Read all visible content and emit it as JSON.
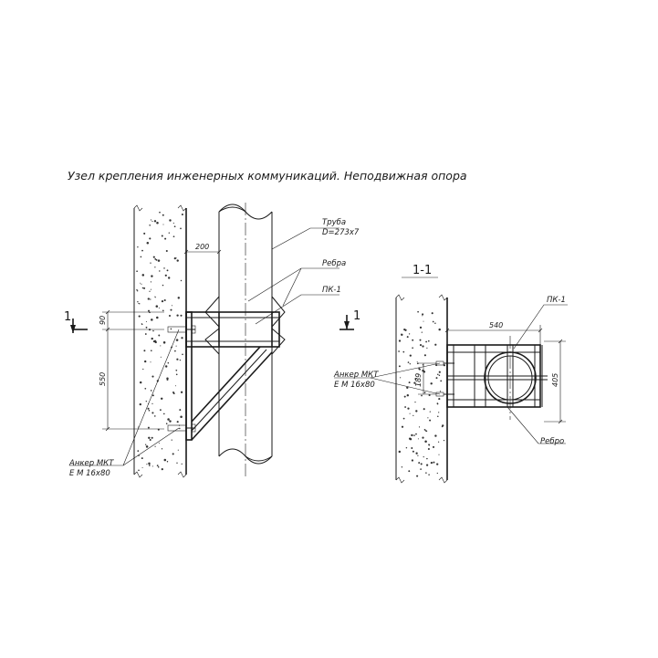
{
  "title": "Узел крепления инженерных коммуникаций. Неподвижная опора",
  "labels": {
    "pipe_name": "Труба",
    "pipe_size": "D=273х7",
    "rib_left": "Ребра",
    "pk_left": "ПК-1",
    "anchor_left_1": "Анкер МКТ",
    "anchor_left_2": "Е М 16х80",
    "section_mark": "1-1",
    "section_arrow_left": "1",
    "section_arrow_right": "1",
    "pk_right": "ПК-1",
    "rib_right": "Ребро",
    "anchor_right_1": "Анкер МКТ",
    "anchor_right_2": "Е М 16х80"
  },
  "dimensions": {
    "d200": "200",
    "d90": "90",
    "d550": "550",
    "d540": "540",
    "d405": "405",
    "d189": "189"
  }
}
